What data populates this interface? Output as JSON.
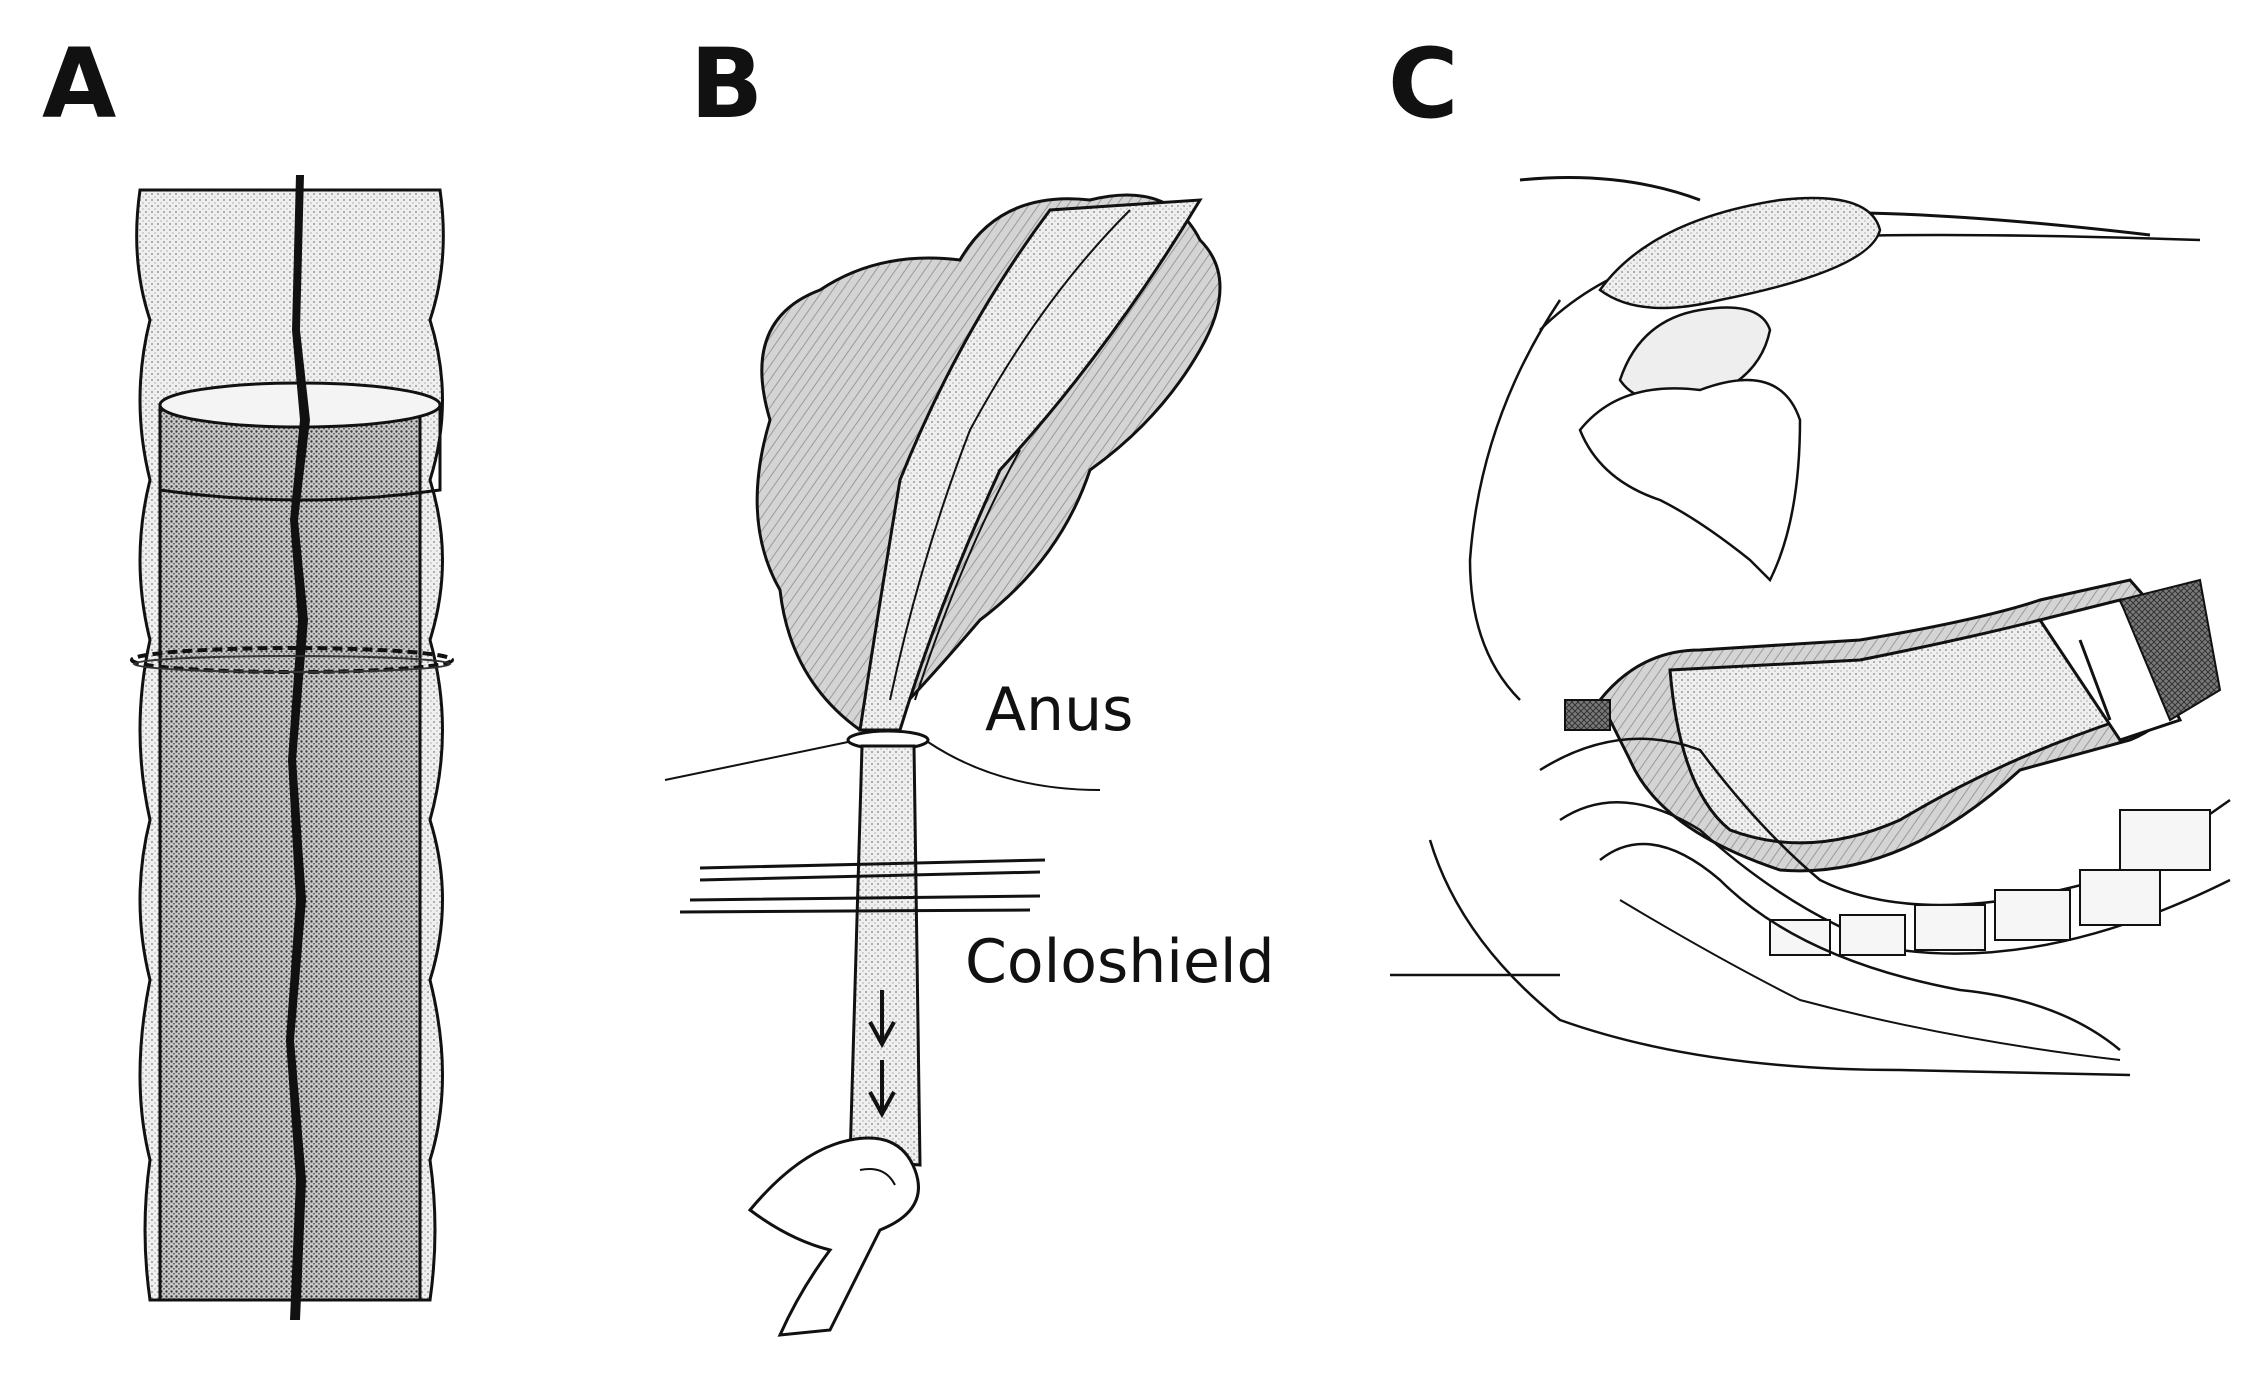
{
  "panels": {
    "a": {
      "letter": "A"
    },
    "b": {
      "letter": "B",
      "labels": {
        "anus": "Anus",
        "coloshield": "Coloshield"
      }
    },
    "c": {
      "letter": "C"
    }
  },
  "colors": {
    "ink": "#111111",
    "stipple_light": "#d9d9d9",
    "stipple_mid": "#b8b8b8",
    "stipple_dark": "#8a8a8a"
  }
}
